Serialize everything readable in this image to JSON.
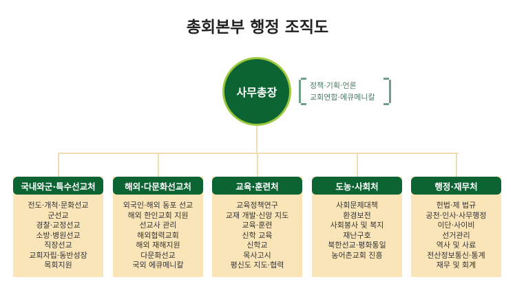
{
  "title": "총회본부 행정 조직도",
  "head": {
    "label": "사무총장",
    "duties": [
      "정책·기획·언론",
      "교회연합·에큐메니칼"
    ]
  },
  "departments": [
    {
      "name": "국내와군·특수선교처",
      "duties": [
        "전도·개척·문화선교",
        "군선교",
        "경찰·교정선교",
        "소방·병원선교",
        "직장선교",
        "교회자립·동반성장",
        "목회지원"
      ]
    },
    {
      "name": "해외·다문화선교처",
      "duties": [
        "외국인·해외 동포 선교",
        "해외 한인교회 지원",
        "선교사 관리",
        "해외협력교회",
        "해외 재해지원",
        "다문화선교",
        "국외 에큐메니칼"
      ]
    },
    {
      "name": "교육·훈련처",
      "duties": [
        "교육정책연구",
        "교재 개발·신앙 지도",
        "교육·훈련",
        "신학 교육",
        "신학교",
        "목사고시",
        "평신도 지도·협력"
      ]
    },
    {
      "name": "도농·사회처",
      "duties": [
        "사회문제대책",
        "환경보전",
        "사회봉사 및 복지",
        "재난구호",
        "북한선교·평화통일",
        "농어촌교회 진흥"
      ]
    },
    {
      "name": "행정·재무처",
      "duties": [
        "헌법·제 법규",
        "공천·인사·사무행정",
        "이단·사이비",
        "선거관리",
        "역사 및 사료",
        "전산정보통신·통계",
        "재무 및 회계"
      ]
    }
  ]
}
